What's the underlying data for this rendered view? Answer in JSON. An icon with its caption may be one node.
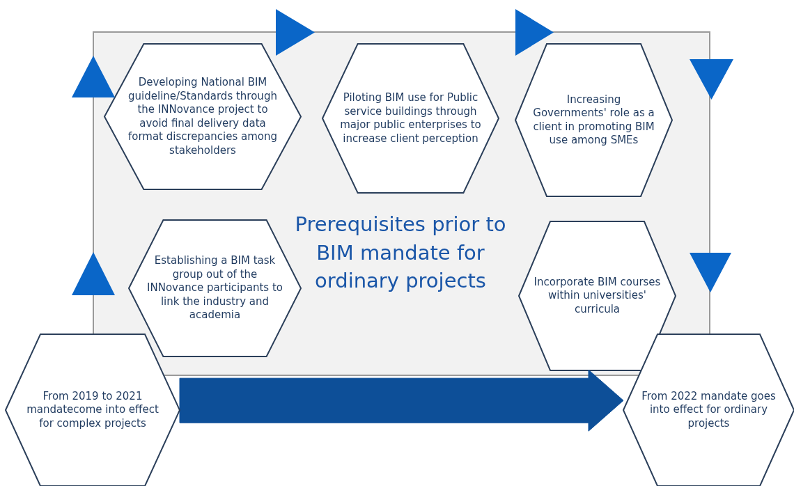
{
  "diagram": {
    "nodes": [
      {
        "text": [
          "Prerequisites prior to BIM mandate for ordinary projects"
        ]
      },
      {
        "text": [
          "Developing National BIM guideline/Standards through the INNovance project to avoid final delivery data format discrepancies among stakeholders"
        ],
        "in": 0
      },
      {
        "text": [
          "Piloting BIM use for Public service buildings through major public enterprises to increase client perception"
        ],
        "in": 0
      },
      {
        "text": [
          "Increasing Governments' role as a client in promoting BIM use among SMEs"
        ],
        "in": 0
      },
      {
        "text": [
          "Establishing a BIM task group out of the INNovance participants to link the industry and academia"
        ],
        "in": 0
      },
      {
        "text": [
          "Incorporate BIM courses within universities' curricula"
        ],
        "in": 0
      },
      {
        "text": [
          "From 2019 to 2021 mandatecome into effect for complex projects"
        ]
      },
      {
        "text": [
          "From 2022 mandate goes into effect for ordinary projects"
        ]
      }
    ],
    "edges": [
      {
        "from": 6,
        "to": 7,
        "arrow": "to",
        "style": "thick",
        "color": "#0d4f98"
      }
    ]
  }
}
